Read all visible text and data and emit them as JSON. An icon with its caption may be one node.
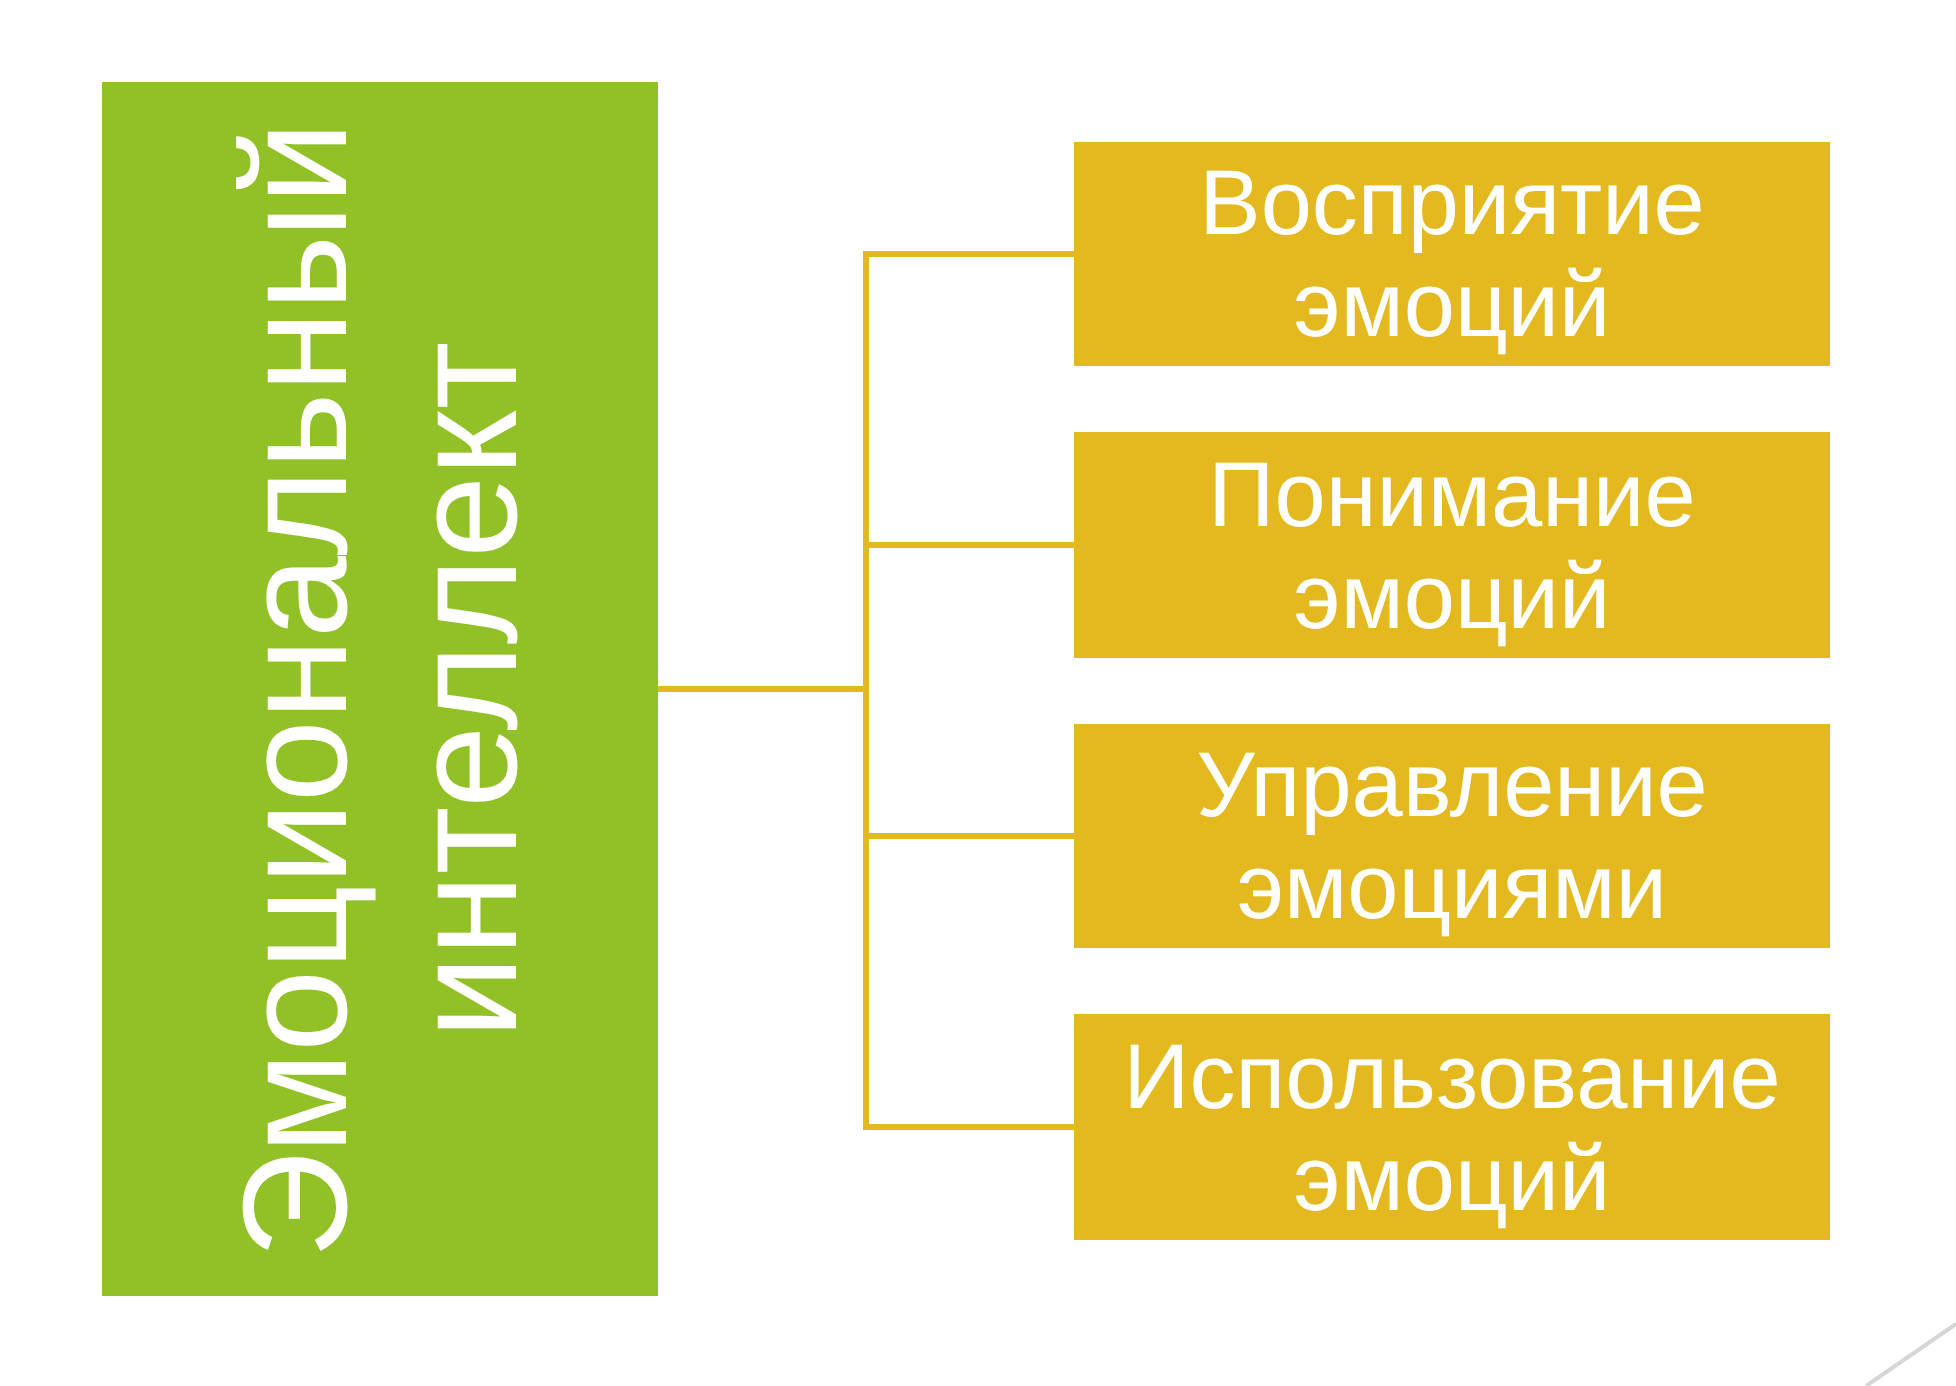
{
  "diagram": {
    "nodes": [
      {
        "text": [
          "Эмоциональный интеллект"
        ]
      },
      {
        "text": [
          "Восприятие эмоций"
        ]
      },
      {
        "text": [
          "Понимание эмоций"
        ]
      },
      {
        "text": [
          "Управление эмоциями"
        ]
      },
      {
        "text": [
          "Использование эмоций"
        ]
      }
    ],
    "edges": [
      {
        "from": 0,
        "to": 1,
        "arrow": "none"
      },
      {
        "from": 0,
        "to": 2,
        "arrow": "none"
      },
      {
        "from": 0,
        "to": 3,
        "arrow": "none"
      },
      {
        "from": 0,
        "to": 4,
        "arrow": "none"
      }
    ]
  }
}
